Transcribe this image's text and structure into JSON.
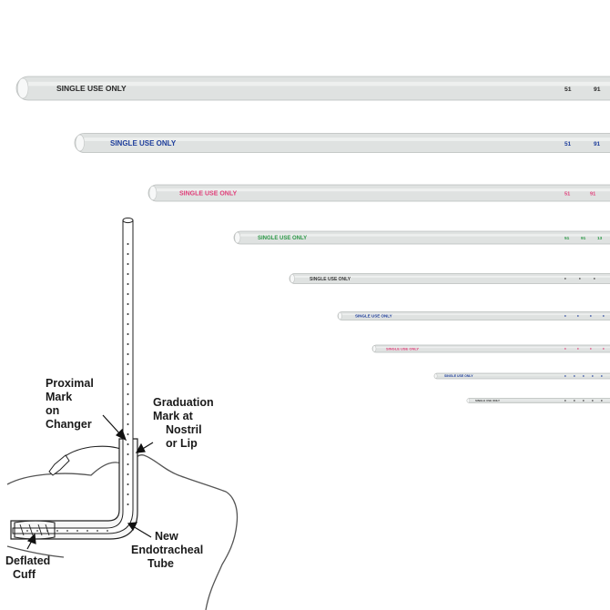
{
  "tubes": [
    {
      "print": "SINGLE USE ONLY",
      "print_color": "#2a2a2a",
      "marks": [
        "51",
        "91"
      ]
    },
    {
      "print": "SINGLE USE ONLY",
      "print_color": "#1f3f9c",
      "marks": [
        "51",
        "91"
      ]
    },
    {
      "print": "SINGLE USE ONLY",
      "print_color": "#e0407a",
      "marks": [
        "51",
        "91"
      ]
    },
    {
      "print": "SINGLE USE ONLY",
      "print_color": "#2f9a4a",
      "marks": [
        "51",
        "91",
        "13"
      ]
    },
    {
      "print": "SINGLE USE ONLY",
      "print_color": "#3a3a3a",
      "marks": [
        "",
        "",
        ""
      ]
    },
    {
      "print": "SINGLE USE ONLY",
      "print_color": "#1f3f9c",
      "marks": [
        "",
        "",
        "",
        ""
      ]
    },
    {
      "print": "SINGLE USE ONLY",
      "print_color": "#e0407a",
      "marks": [
        "",
        "",
        "",
        ""
      ]
    },
    {
      "print": "SINGLE USE ONLY",
      "print_color": "#1f3f9c",
      "marks": [
        "",
        "",
        "",
        "",
        ""
      ]
    },
    {
      "print": "SINGLE USE ONLY",
      "print_color": "#3a3a3a",
      "marks": [
        "",
        "",
        "",
        "",
        ""
      ]
    }
  ],
  "diagram": {
    "labels": {
      "proximal": [
        "Proximal",
        "Mark",
        "on",
        "Changer"
      ],
      "graduation": [
        "Graduation",
        "Mark at",
        "Nostril",
        "or Lip"
      ],
      "new_tube": [
        "New",
        "Endotracheal",
        "Tube"
      ],
      "cuff": [
        "Deflated",
        "Cuff"
      ]
    }
  }
}
